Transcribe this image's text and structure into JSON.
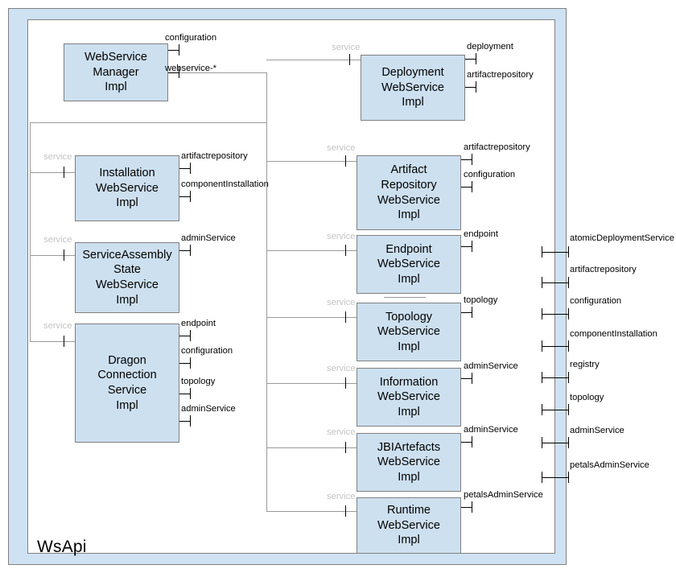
{
  "diagram": {
    "title": "WsApi",
    "kind": "uml-component-diagram",
    "colors": {
      "component_fill": "#cde0f0",
      "component_border": "#808080",
      "frame_band": "#cfe2f3",
      "frame_border": "#808080",
      "wire": "#9a9a9a",
      "port": "#000000",
      "service_label": "#c4c4c4"
    }
  },
  "required_port_label": "service",
  "components": [
    {
      "id": "webservice-manager-impl",
      "name": "WebService\nManager\nImpl",
      "lines": [
        "WebService",
        "Manager",
        "Impl"
      ],
      "column": "left",
      "required_ports": [],
      "provided_ports": [
        "configuration",
        "webservice-*"
      ]
    },
    {
      "id": "installation-webservice-impl",
      "name": "Installation\nWebService\nImpl",
      "lines": [
        "Installation",
        "WebService",
        "Impl"
      ],
      "column": "left",
      "required_ports": [
        "service"
      ],
      "provided_ports": [
        "artifactrepository",
        "componentInstallation"
      ]
    },
    {
      "id": "serviceassembly-state-webservice-impl",
      "name": "ServiceAssembly\nState\nWebService\nImpl",
      "lines": [
        "ServiceAssembly",
        "State",
        "WebService",
        "Impl"
      ],
      "column": "left",
      "required_ports": [
        "service"
      ],
      "provided_ports": [
        "adminService"
      ]
    },
    {
      "id": "dragon-connection-service-impl",
      "name": "Dragon\nConnection\nService\nImpl",
      "lines": [
        "Dragon",
        "Connection",
        "Service",
        "Impl"
      ],
      "column": "left",
      "required_ports": [
        "service"
      ],
      "provided_ports": [
        "endpoint",
        "configuration",
        "topology",
        "adminService"
      ]
    },
    {
      "id": "deployment-webservice-impl",
      "name": "Deployment\nWebService\nImpl",
      "lines": [
        "Deployment",
        "WebService",
        "Impl"
      ],
      "column": "middle",
      "required_ports": [
        "service"
      ],
      "provided_ports": [
        "deployment",
        "artifactrepository"
      ]
    },
    {
      "id": "artifact-repository-webservice-impl",
      "name": "Artifact\nRepository\nWebService\nImpl",
      "lines": [
        "Artifact",
        "Repository",
        "WebService",
        "Impl"
      ],
      "column": "middle",
      "required_ports": [
        "service"
      ],
      "provided_ports": [
        "artifactrepository",
        "configuration"
      ]
    },
    {
      "id": "endpoint-webservice-impl",
      "name": "Endpoint\nWebService\nImpl",
      "lines": [
        "Endpoint",
        "WebService",
        "Impl"
      ],
      "column": "middle",
      "required_ports": [
        "service"
      ],
      "provided_ports": [
        "endpoint"
      ]
    },
    {
      "id": "topology-webservice-impl",
      "name": "Topology\nWebService\nImpl",
      "lines": [
        "Topology",
        "WebService",
        "Impl"
      ],
      "column": "middle",
      "required_ports": [
        "service"
      ],
      "provided_ports": [
        "topology"
      ]
    },
    {
      "id": "information-webservice-impl",
      "name": "Information\nWebService\nImpl",
      "lines": [
        "Information",
        "WebService",
        "Impl"
      ],
      "column": "middle",
      "required_ports": [
        "service"
      ],
      "provided_ports": [
        "adminService"
      ]
    },
    {
      "id": "jbiartefacts-webservice-impl",
      "name": "JBIArtefacts\nWebService\nImpl",
      "lines": [
        "JBIArtefacts",
        "WebService",
        "Impl"
      ],
      "column": "middle",
      "required_ports": [
        "service"
      ],
      "provided_ports": [
        "adminService"
      ]
    },
    {
      "id": "runtime-webservice-impl",
      "name": "Runtime\nWebService\nImpl",
      "lines": [
        "Runtime",
        "WebService",
        "Impl"
      ],
      "column": "middle",
      "required_ports": [
        "service"
      ],
      "provided_ports": [
        "petalsAdminService"
      ]
    }
  ],
  "frame_ports": [
    "atomicDeploymentService",
    "artifactrepository",
    "configuration",
    "componentInstallation",
    "registry",
    "topology",
    "adminService",
    "petalsAdminService"
  ]
}
